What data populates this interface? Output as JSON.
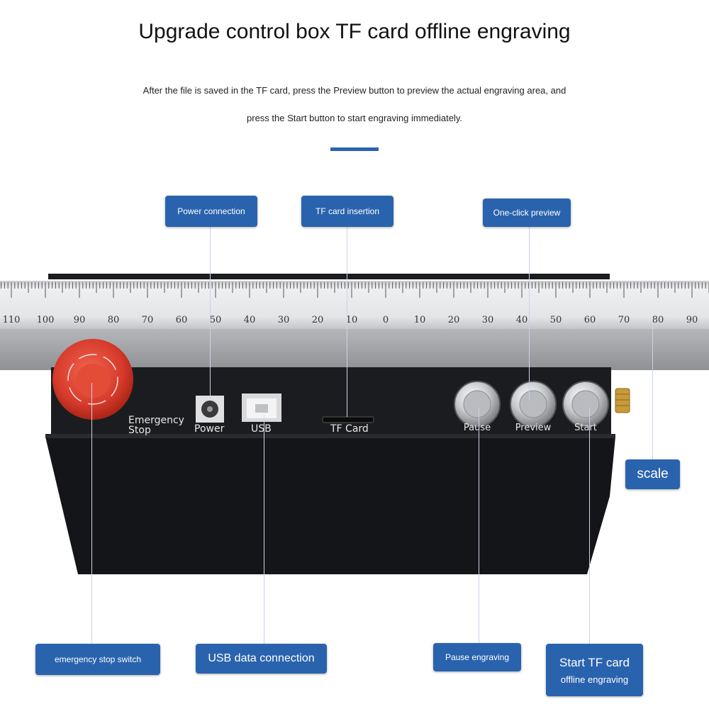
{
  "heading": {
    "title": "Upgrade control box TF card offline engraving"
  },
  "description": {
    "line1": "After the file is saved in the TF card, press the Preview button to preview the actual engraving area, and",
    "line2": "press the Start button to start engraving immediately."
  },
  "colors": {
    "accent": "#2a63ad",
    "device_body": "#1b1c1f",
    "stop_button": "#d63a2a",
    "ruler": "#e6e7e9"
  },
  "ruler": {
    "labels": [
      "110",
      "100",
      "90",
      "80",
      "70",
      "60",
      "50",
      "40",
      "30",
      "20",
      "10",
      "0",
      "10",
      "20",
      "30",
      "40",
      "50",
      "60",
      "70",
      "80",
      "90"
    ]
  },
  "device": {
    "emergency_label_1": "Emergency",
    "emergency_label_2": "Stop",
    "port_power": "Power",
    "port_usb": "USB",
    "port_tf": "TF Card",
    "btn_pause": "Pause",
    "btn_preview": "Preview",
    "btn_start": "Start"
  },
  "callouts": {
    "power_connection": "Power connection",
    "tf_card_insertion": "TF card insertion",
    "one_click_preview": "One-click preview",
    "scale": "scale",
    "emergency_stop_switch": "emergency stop switch",
    "usb_data_connection": "USB data connection",
    "pause_engraving": "Pause engraving",
    "start_tf_line1": "Start TF card",
    "start_tf_line2": "offline engraving"
  }
}
